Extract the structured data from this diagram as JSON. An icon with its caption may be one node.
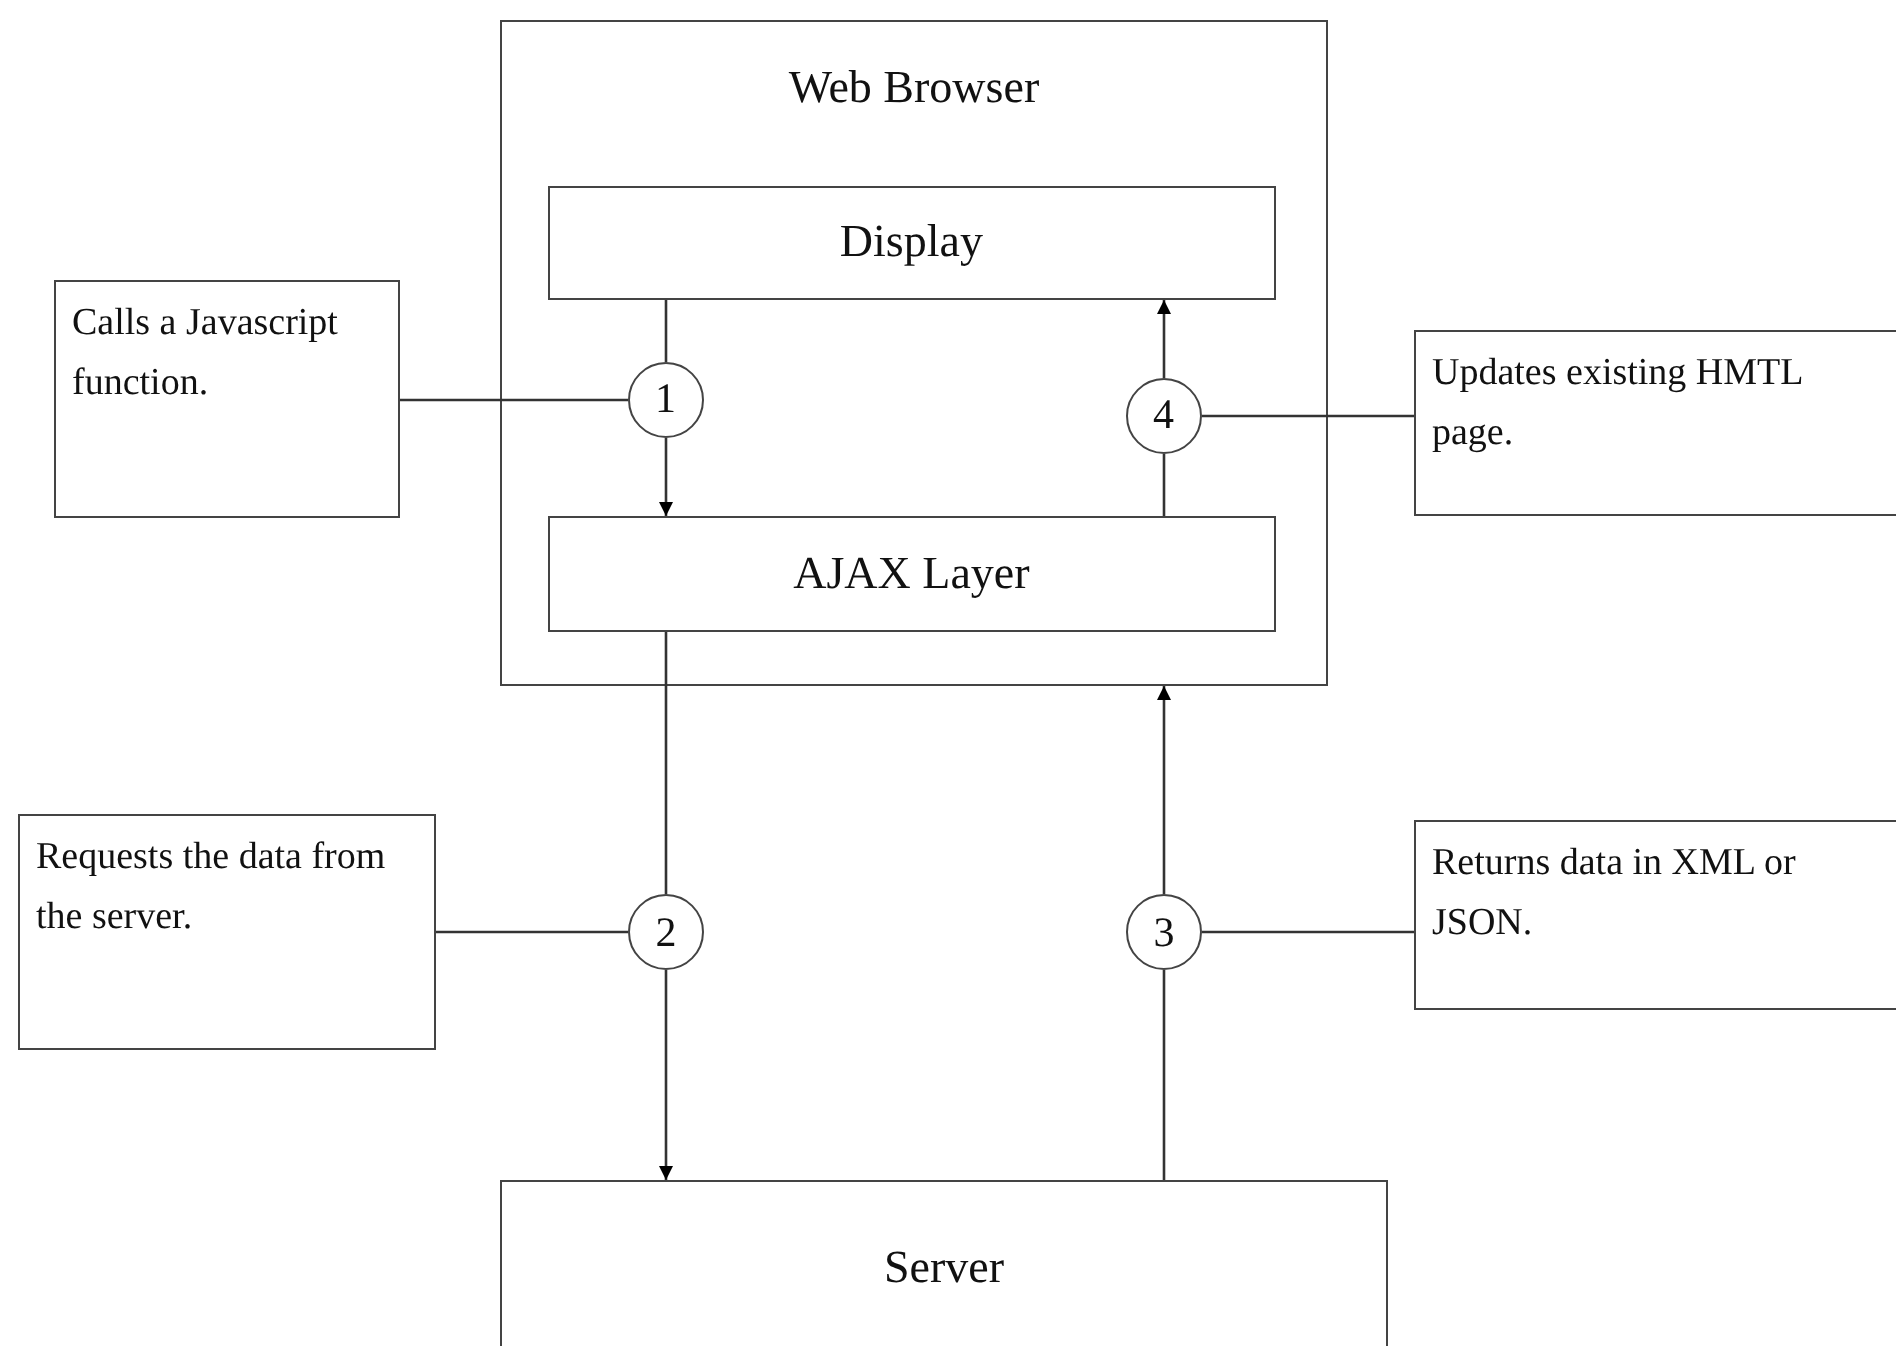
{
  "diagram": {
    "nodes": [
      {
        "text": [
          "Web Browser"
        ]
      },
      {
        "text": [
          "Display"
        ],
        "in": 0
      },
      {
        "text": [
          "AJAX Layer"
        ],
        "in": 0
      },
      {
        "text": [
          "1"
        ],
        "in": 0
      },
      {
        "text": [
          "4"
        ],
        "in": 0
      },
      {
        "text": [
          "2"
        ]
      },
      {
        "text": [
          "3"
        ]
      },
      {
        "text": [
          "Server"
        ]
      },
      {
        "text": [
          "Calls a Javascript function."
        ]
      },
      {
        "text": [
          "Updates existing HMTL page."
        ]
      },
      {
        "text": [
          "Requests the data from the server."
        ]
      },
      {
        "text": [
          "Returns data in XML or JSON."
        ]
      }
    ],
    "edges": [
      {
        "from": 1,
        "to": 3,
        "arrow": "none"
      },
      {
        "from": 3,
        "to": 2,
        "arrow": "to"
      },
      {
        "from": 2,
        "to": 4,
        "arrow": "none"
      },
      {
        "from": 4,
        "to": 1,
        "arrow": "to"
      },
      {
        "from": 2,
        "to": 5,
        "arrow": "none"
      },
      {
        "from": 5,
        "to": 7,
        "arrow": "to"
      },
      {
        "from": 7,
        "to": 6,
        "arrow": "none"
      },
      {
        "from": 6,
        "to": 0,
        "arrow": "to"
      },
      {
        "from": 8,
        "to": 3,
        "arrow": "none"
      },
      {
        "from": 9,
        "to": 4,
        "arrow": "none"
      },
      {
        "from": 10,
        "to": 5,
        "arrow": "none"
      },
      {
        "from": 11,
        "to": 6,
        "arrow": "none"
      }
    ]
  }
}
